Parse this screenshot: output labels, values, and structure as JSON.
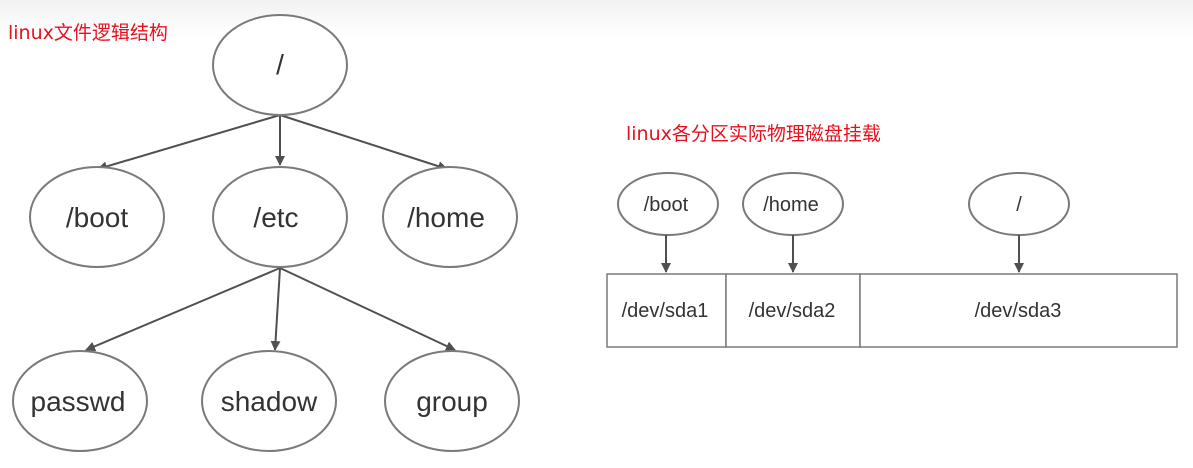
{
  "left_diagram": {
    "title": "linux文件逻辑结构",
    "root": "/",
    "level1": [
      "/boot",
      "/etc",
      "/home"
    ],
    "level2": [
      "passwd",
      "shadow",
      "group"
    ]
  },
  "right_diagram": {
    "title": "linux各分区实际物理磁盘挂载",
    "mounts": [
      "/boot",
      "/home",
      "/"
    ],
    "partitions": [
      "/dev/sda1",
      "/dev/sda2",
      "/dev/sda3"
    ]
  },
  "colors": {
    "title_red": "#e8101e",
    "stroke_gray": "#7a7a7a",
    "arrow_dark": "#505050"
  }
}
